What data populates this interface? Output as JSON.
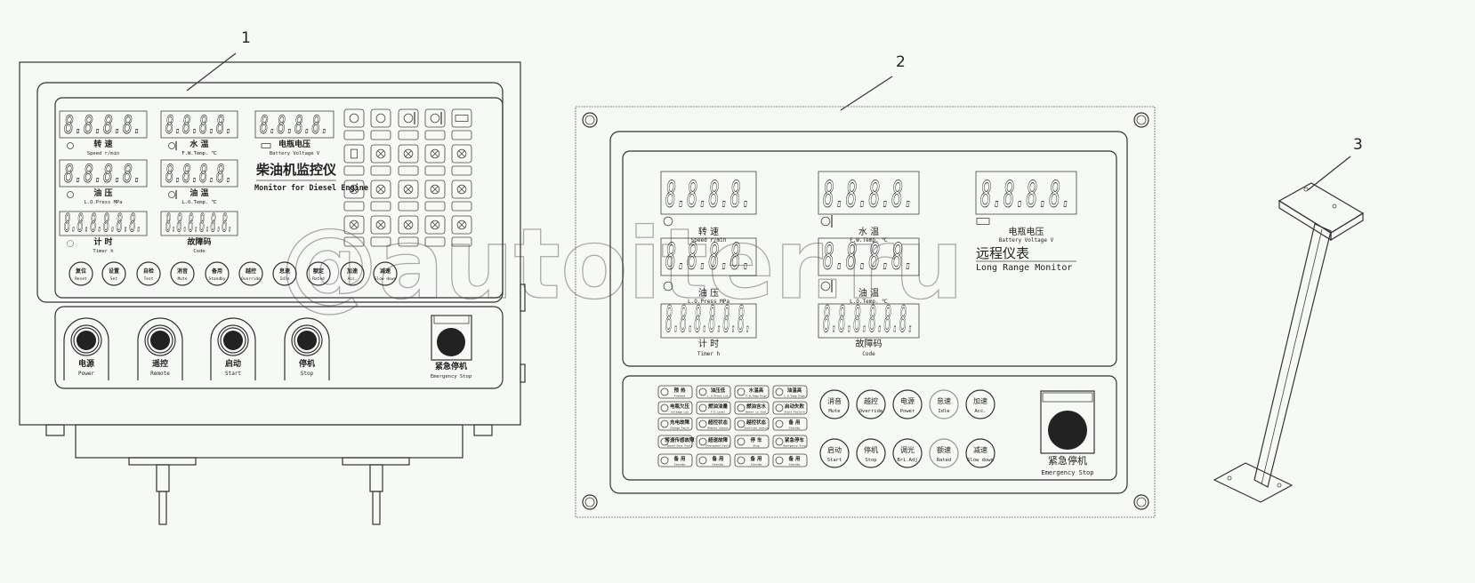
{
  "callouts": [
    "1",
    "2",
    "3"
  ],
  "watermark": "@autoiter.ru",
  "diesel_monitor": {
    "title_cn": "柴油机监控仪",
    "title_en": "Monitor for Diesel Engine",
    "displays": [
      {
        "digits": "8.8.8.8.",
        "cn": "转  速",
        "en": "Speed r/min",
        "icon": "engine-speed-icon"
      },
      {
        "digits": "8.8.8.8.",
        "cn": "水  温",
        "en": "F.W.Temp. ℃",
        "icon": "water-temp-icon"
      },
      {
        "digits": "8.8.8.8.",
        "cn": "电瓶电压",
        "en": "Battery Voltage V",
        "icon": "battery-icon"
      },
      {
        "digits": "8.8.8.8.",
        "cn": "油  压",
        "en": "L.O.Press MPa",
        "icon": "oil-pressure-icon"
      },
      {
        "digits": "8.8.8.8.",
        "cn": "油  温",
        "en": "L.O.Temp. ℃",
        "icon": "oil-temp-icon"
      },
      {
        "digits": "8.8.8.8.8.8.",
        "cn": "计  时",
        "en": "Timer h",
        "icon": "clock-icon"
      },
      {
        "digits": "8.8.8.8.8.8.",
        "cn": "故障码",
        "en": "Code",
        "icon": ""
      }
    ],
    "indicator_icons": [
      "engine-speed-icon",
      "oil-pressure-icon",
      "water-temp-icon",
      "oil-temp-icon",
      "battery-icon",
      "fuel-icon",
      "lamp-icon",
      "lamp-icon",
      "lamp-icon",
      "lamp-icon",
      "lamp-icon",
      "lamp-icon",
      "lamp-icon",
      "lamp-icon",
      "lamp-icon",
      "lamp-icon",
      "lamp-icon",
      "lamp-icon",
      "lamp-icon",
      "lamp-icon"
    ],
    "buttons": [
      {
        "cn": "复位",
        "en": "Reset"
      },
      {
        "cn": "设置",
        "en": "Set"
      },
      {
        "cn": "自检",
        "en": "Test"
      },
      {
        "cn": "消音",
        "en": "Mute"
      },
      {
        "cn": "备用",
        "en": "Standby"
      },
      {
        "cn": "越控",
        "en": "Override"
      },
      {
        "cn": "怠速",
        "en": "Idle"
      },
      {
        "cn": "额定",
        "en": "Rated"
      },
      {
        "cn": "加速",
        "en": "Acc."
      },
      {
        "cn": "减速",
        "en": "Slow down"
      }
    ],
    "switches": [
      {
        "cn": "电源",
        "en": "Power"
      },
      {
        "cn": "遥控",
        "en": "Remote"
      },
      {
        "cn": "启动",
        "en": "Start"
      },
      {
        "cn": "停机",
        "en": "Stop"
      }
    ],
    "emergency_stop": {
      "cn": "紧急停机",
      "en": "Emergency Stop"
    }
  },
  "remote_monitor": {
    "title_cn": "远程仪表",
    "title_en": "Long Range Monitor",
    "displays": [
      {
        "digits": "8.8.8.8.",
        "cn": "转  速",
        "en": "Speed r/min",
        "icon": "engine-speed-icon"
      },
      {
        "digits": "8.8.8.8.",
        "cn": "水  温",
        "en": "F.W.Temp. ℃",
        "icon": "water-temp-icon"
      },
      {
        "digits": "8.8.8.8.",
        "cn": "电瓶电压",
        "en": "Battery Voltage V",
        "icon": "battery-icon"
      },
      {
        "digits": "8.8.8.8.",
        "cn": "油  压",
        "en": "L.O.Press MPa",
        "icon": "oil-pressure-icon"
      },
      {
        "digits": "8.8.8.8.",
        "cn": "油  温",
        "en": "L.O.Temp. ℃",
        "icon": "oil-temp-icon"
      },
      {
        "digits": "8.8.8.8.8.8.",
        "cn": "计  时",
        "en": "Timer h",
        "icon": ""
      },
      {
        "digits": "8.8.8.8.8.8.",
        "cn": "故障码",
        "en": "Code",
        "icon": ""
      }
    ],
    "leds": [
      {
        "cn": "预 热",
        "en": "Preheat"
      },
      {
        "cn": "油压低",
        "en": "L.O.Press Low"
      },
      {
        "cn": "水温高",
        "en": "F.W.Temp High"
      },
      {
        "cn": "油温高",
        "en": "L.O.Temp High"
      },
      {
        "cn": "电瓶欠压",
        "en": "Voltage Low"
      },
      {
        "cn": "燃油油量",
        "en": "F.O.Level"
      },
      {
        "cn": "燃油含水",
        "en": "Water in fuel"
      },
      {
        "cn": "启动失败",
        "en": "Start Failure"
      },
      {
        "cn": "充电故障",
        "en": "Charge Fault"
      },
      {
        "cn": "超控状态",
        "en": "Remote status"
      },
      {
        "cn": "越控状态",
        "en": "Override status"
      },
      {
        "cn": "备 用",
        "en": "Standby"
      },
      {
        "cn": "转速传感故障",
        "en": "Speed Sens Fault"
      },
      {
        "cn": "超速故障",
        "en": "Overspeed Fault"
      },
      {
        "cn": "停 车",
        "en": "Stop"
      },
      {
        "cn": "紧急停车",
        "en": "Emergency Stop"
      },
      {
        "cn": "备 用",
        "en": "Standby"
      },
      {
        "cn": "备 用",
        "en": "Standby"
      },
      {
        "cn": "备 用",
        "en": "Standby"
      },
      {
        "cn": "备 用",
        "en": "Standby"
      }
    ],
    "buttons": [
      {
        "cn": "消音",
        "en": "Mute"
      },
      {
        "cn": "越控",
        "en": "Override"
      },
      {
        "cn": "电源",
        "en": "Power"
      },
      {
        "cn": "怠速",
        "en": "Idle"
      },
      {
        "cn": "加速",
        "en": "Acc."
      },
      {
        "cn": "启动",
        "en": "Start"
      },
      {
        "cn": "停机",
        "en": "Stop"
      },
      {
        "cn": "调光",
        "en": "Bri.Adj"
      },
      {
        "cn": "额速",
        "en": "Rated"
      },
      {
        "cn": "减速",
        "en": "Slow down"
      }
    ],
    "emergency_stop": {
      "cn": "紧急停机",
      "en": "Emergency Stop"
    }
  }
}
